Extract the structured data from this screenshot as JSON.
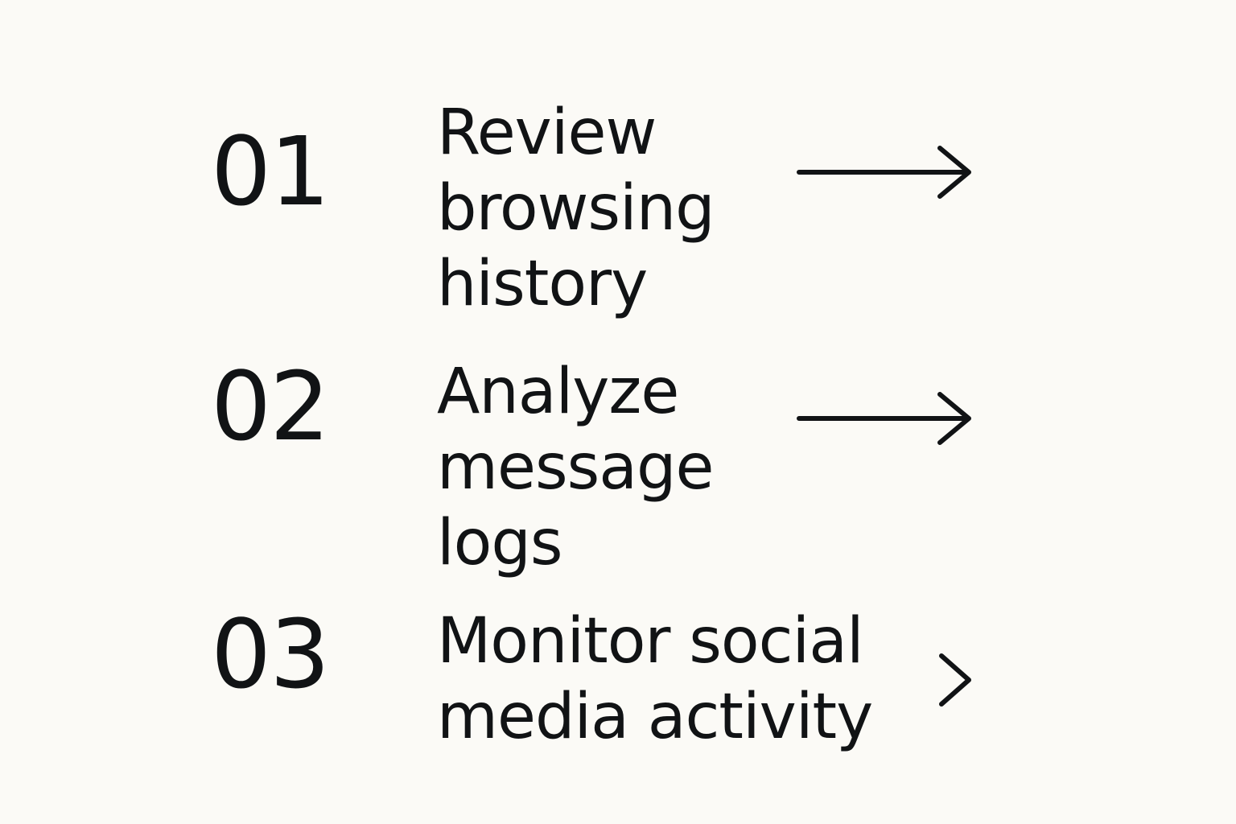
{
  "background": "#fbfaf6",
  "text_color": "#111315",
  "steps": [
    {
      "number": "01",
      "label_lines": [
        "Review",
        "browsing",
        "history"
      ],
      "arrow_icon": "long-right-arrow"
    },
    {
      "number": "02",
      "label_lines": [
        "Analyze",
        "message",
        "logs"
      ],
      "arrow_icon": "long-right-arrow"
    },
    {
      "number": "03",
      "label_lines": [
        "Monitor social",
        "media activity"
      ],
      "arrow_icon": "chevron-right"
    }
  ]
}
